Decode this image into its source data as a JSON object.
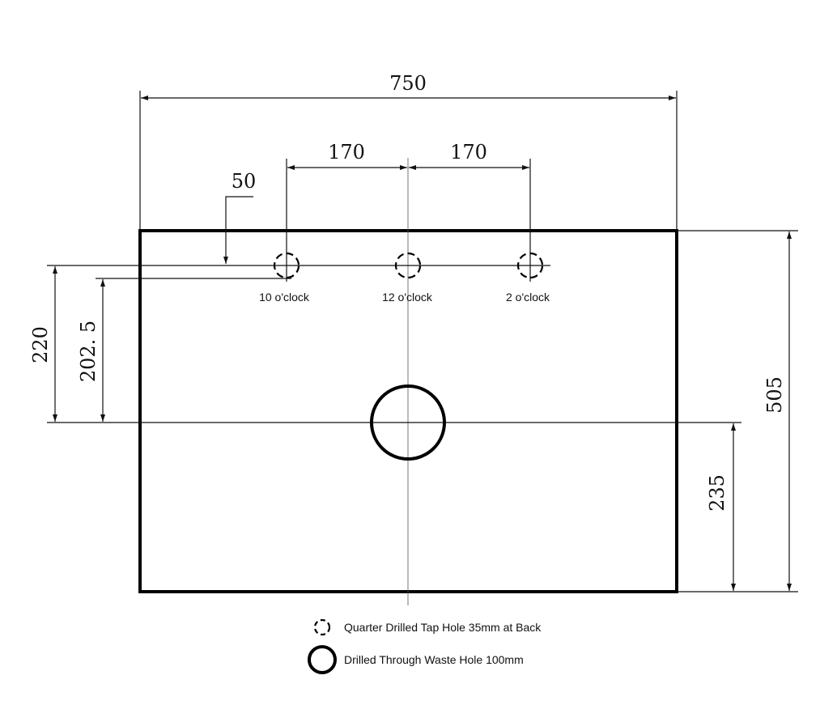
{
  "dimensions": {
    "overall_width": "750",
    "tap_spacing_left": "170",
    "tap_spacing_right": "170",
    "tap_offset": "50",
    "depth_to_tap_row": "220",
    "depth_to_tap_center": "202. 5",
    "overall_depth": "505",
    "waste_from_front": "235"
  },
  "tap_labels": {
    "left": "10 o'clock",
    "center": "12 o'clock",
    "right": "2 o'clock"
  },
  "legend": {
    "tap_hole": "Quarter Drilled Tap Hole 35mm at Back",
    "waste_hole": "Drilled Through Waste Hole 100mm"
  },
  "colors": {
    "line": "#000000",
    "background": "#ffffff"
  }
}
